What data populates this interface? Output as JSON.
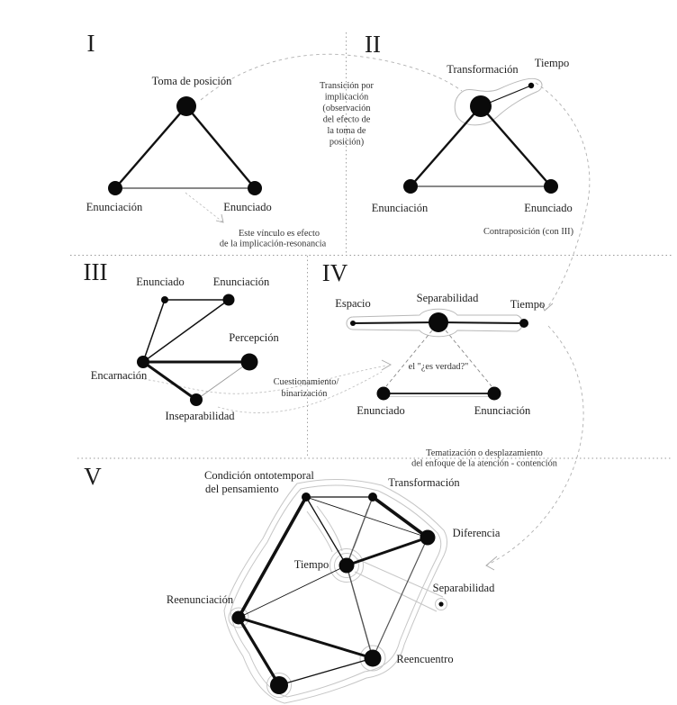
{
  "panels": {
    "one": {
      "numeral": "I",
      "node_top": "Toma de posición",
      "node_left": "Enunciación",
      "node_right": "Enunciado",
      "caption1": "Este vínculo es efecto",
      "caption2": "de la implicación-resonancia"
    },
    "two": {
      "numeral": "II",
      "node_top": "Transformación",
      "node_tiempo": "Tiempo",
      "node_left": "Enunciación",
      "node_right": "Enunciado",
      "caption": "Contraposición (con III)"
    },
    "three": {
      "numeral": "III",
      "node_enunciado": "Enunciado",
      "node_enunciacion": "Enunciación",
      "node_percepcion": "Percepción",
      "node_encarnacion": "Encarnación",
      "node_inseparabilidad": "Inseparabilidad"
    },
    "four": {
      "numeral": "IV",
      "node_espacio": "Espacio",
      "node_separabilidad": "Separabilidad",
      "node_tiempo": "Tiempo",
      "node_enunciado": "Enunciado",
      "node_enunciacion": "Enunciación",
      "question": "el \"¿es verdad?\""
    },
    "five": {
      "numeral": "V",
      "node_condicion1": "Condición ontotemporal",
      "node_condicion2": "del pensamiento",
      "node_transformacion": "Transformación",
      "node_diferencia": "Diferencia",
      "node_tiempo": "Tiempo",
      "node_separabilidad": "Separabilidad",
      "node_reenunciacion": "Reenunciación",
      "node_reencuentro": "Reencuentro"
    }
  },
  "annotations": {
    "transicion1": "Transición por",
    "transicion2": "implicación",
    "transicion3": "(observación",
    "transicion4": "del efecto de",
    "transicion5": "la toma de",
    "transicion6": "posición)",
    "cuestionamiento1": "Cuestionamiento/",
    "cuestionamiento2": "binarización",
    "tematizacion1": "Tematización o desplazamiento",
    "tematizacion2": "del enfoque de la atención - contención"
  },
  "colors": {
    "ink": "#111111",
    "contour_gray": "#c6c6c6",
    "dashed_gray": "#b0b0b0",
    "background": "#ffffff"
  }
}
